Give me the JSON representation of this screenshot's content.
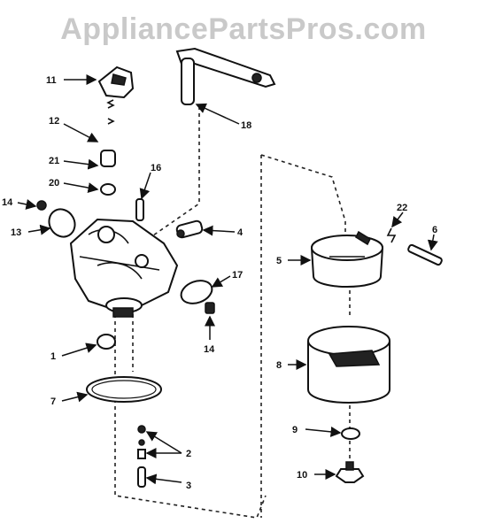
{
  "watermark": "AppliancePartsPros.com",
  "callouts": [
    "11",
    "12",
    "21",
    "20",
    "14",
    "13",
    "16",
    "18",
    "4",
    "17",
    "14",
    "1",
    "7",
    "2",
    "3",
    "5",
    "22",
    "6",
    "8",
    "9",
    "10"
  ]
}
